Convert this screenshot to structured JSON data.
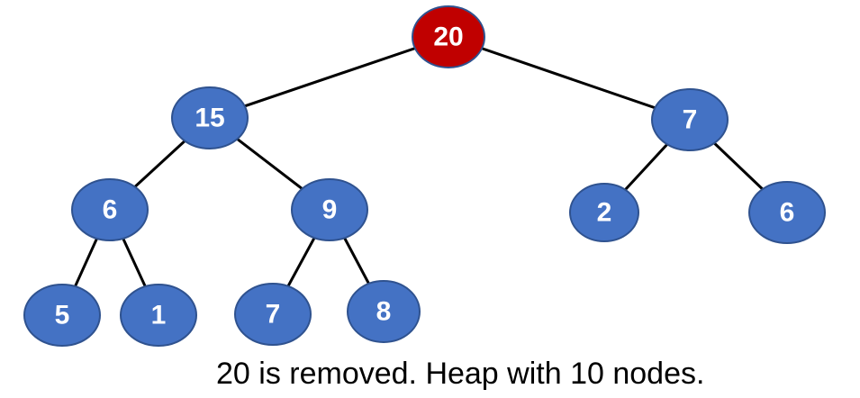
{
  "colors": {
    "node_fill": "#4472c4",
    "node_border": "#2f528f",
    "highlight_fill": "#c00000",
    "highlight_border": "#8b0000",
    "edge": "#000000",
    "label": "#ffffff"
  },
  "tree": {
    "nodes": [
      {
        "id": "root",
        "value": "20",
        "highlighted": true
      },
      {
        "id": "n15",
        "value": "15",
        "highlighted": false
      },
      {
        "id": "n7a",
        "value": "7",
        "highlighted": false
      },
      {
        "id": "n6a",
        "value": "6",
        "highlighted": false
      },
      {
        "id": "n9",
        "value": "9",
        "highlighted": false
      },
      {
        "id": "n2",
        "value": "2",
        "highlighted": false
      },
      {
        "id": "n6b",
        "value": "6",
        "highlighted": false
      },
      {
        "id": "n5",
        "value": "5",
        "highlighted": false
      },
      {
        "id": "n1",
        "value": "1",
        "highlighted": false
      },
      {
        "id": "n7b",
        "value": "7",
        "highlighted": false
      },
      {
        "id": "n8",
        "value": "8",
        "highlighted": false
      }
    ],
    "edges": [
      [
        "root",
        "n15"
      ],
      [
        "root",
        "n7a"
      ],
      [
        "n15",
        "n6a"
      ],
      [
        "n15",
        "n9"
      ],
      [
        "n7a",
        "n2"
      ],
      [
        "n7a",
        "n6b"
      ],
      [
        "n6a",
        "n5"
      ],
      [
        "n6a",
        "n1"
      ],
      [
        "n9",
        "n7b"
      ],
      [
        "n9",
        "n8"
      ]
    ]
  },
  "caption": "20 is removed. Heap with 10 nodes."
}
